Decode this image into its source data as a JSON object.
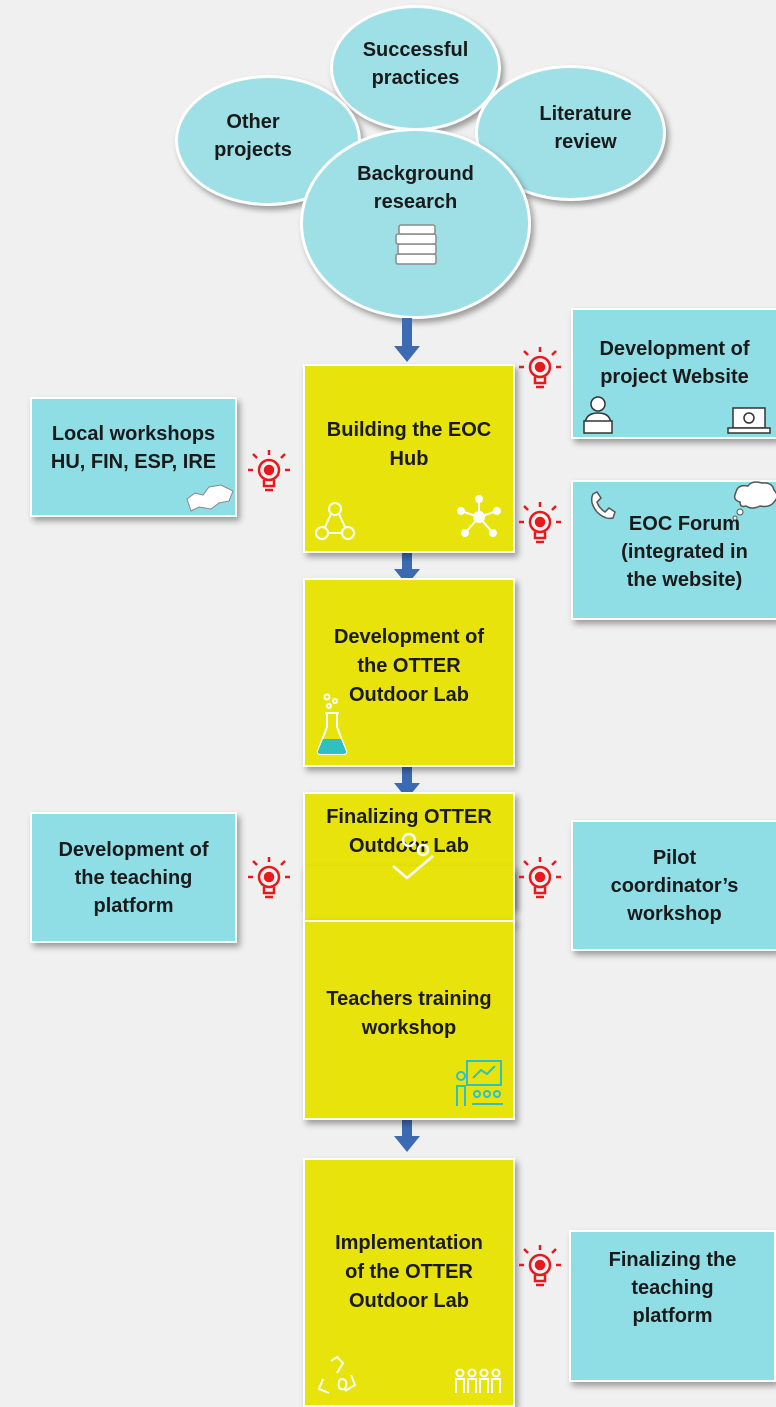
{
  "top_cluster": {
    "successful_practices": "Successful\npractices",
    "other_projects": "Other\nprojects",
    "literature_review": "Literature\nreview",
    "background_research": "Background\nresearch"
  },
  "steps": [
    {
      "label": "Building the EOC\nHub"
    },
    {
      "label": "Development of\nthe OTTER\nOutdoor Lab"
    },
    {
      "label": "Finalizing OTTER\nOutdoor Lab"
    },
    {
      "label": "Teachers training\nworkshop"
    },
    {
      "label": "Implementation\nof the OTTER\nOutdoor Lab"
    }
  ],
  "side_boxes": {
    "local_workshops_title": "Local workshops",
    "local_workshops_sub": "HU, FIN, ESP, IRE",
    "project_website": "Development of\nproject Website",
    "eoc_forum": "EOC Forum\n(integrated in\nthe website)",
    "teaching_platform": "Development of\nthe teaching\nplatform",
    "pilot_workshop": "Pilot\ncoordinator’s\nworkshop",
    "finalizing_platform": "Finalizing the\nteaching\nplatform"
  },
  "colors": {
    "yellow": "#e8e30a",
    "teal": "#8fdee6",
    "arrow": "#3d6bb3",
    "bulb": "#e8191c"
  },
  "icons": [
    "books-icon",
    "network-icon",
    "people-connection-icon",
    "flask-icon",
    "gear-check-icon",
    "teacher-board-icon",
    "recycle-icon",
    "group-people-icon",
    "coder-icon",
    "laptop-icon",
    "phone-icon",
    "thought-cloud-icon",
    "europe-map-icon",
    "lightbulb-icon"
  ]
}
